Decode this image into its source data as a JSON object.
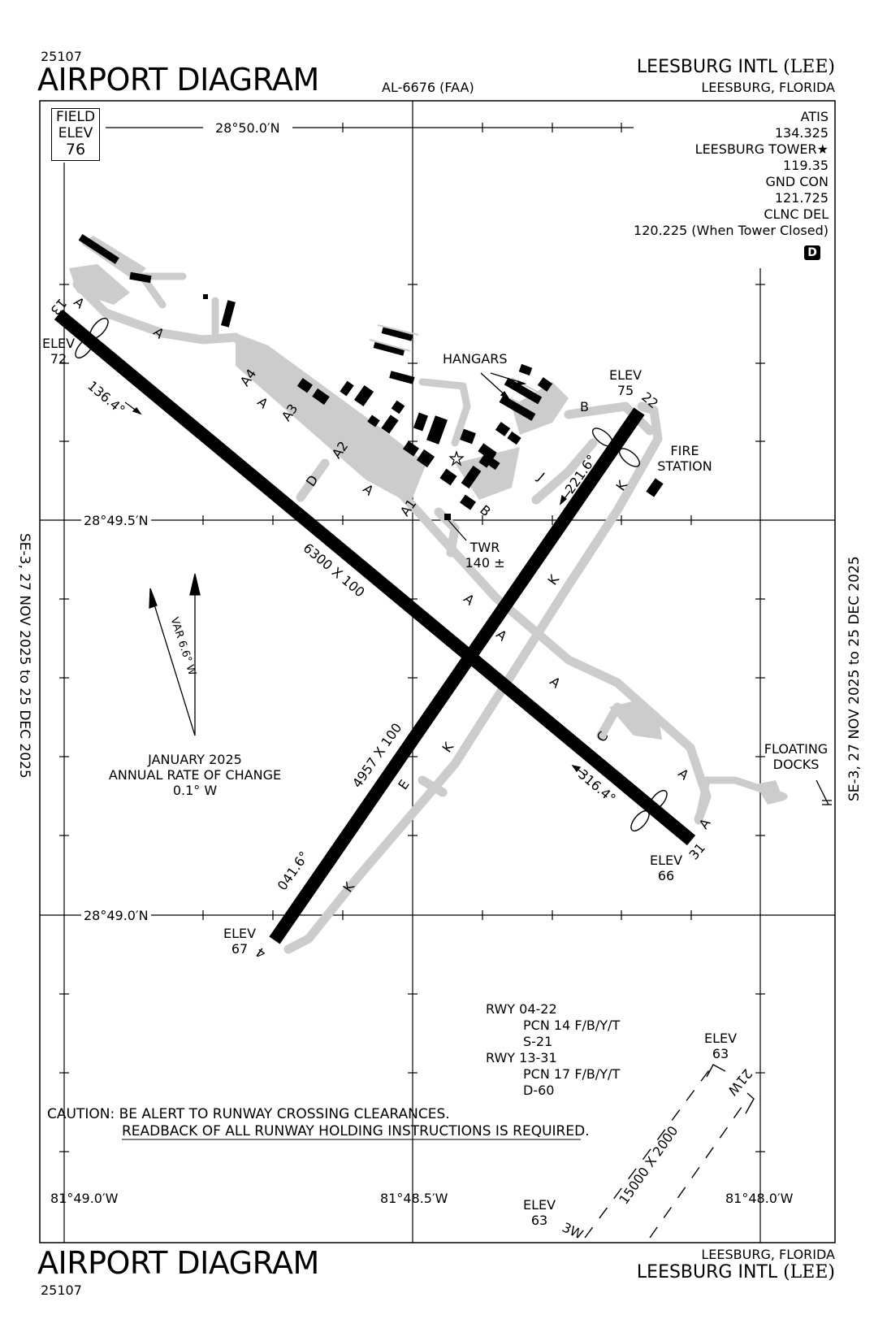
{
  "header": {
    "cycle_top": "25107",
    "title_top": "AIRPORT DIAGRAM",
    "doc_id": "AL-6676 (FAA)",
    "airport_name_top": "LEESBURG INTL",
    "airport_id_top": "(LEE)",
    "city_top": "LEESBURG, FLORIDA"
  },
  "footer": {
    "title_bottom": "AIRPORT DIAGRAM",
    "cycle_bottom": "25107",
    "city_bottom": "LEESBURG, FLORIDA",
    "airport_name_bottom": "LEESBURG INTL",
    "airport_id_bottom": "(LEE)"
  },
  "field_elev": {
    "line1": "FIELD",
    "line2": "ELEV",
    "value": "76"
  },
  "frequencies": {
    "atis_label": "ATIS",
    "atis_freq": "134.325",
    "tower_label": "LEESBURG TOWER★",
    "tower_freq": "119.35",
    "gnd_label": "GND CON",
    "gnd_freq": "121.725",
    "clnc_label": "CLNC DEL",
    "clnc_freq": "120.225 (When Tower Closed)",
    "badge": "D"
  },
  "coordinates": {
    "lat_top": "28°50.0′N",
    "lat_mid": "28°49.5′N",
    "lat_bottom": "28°49.0′N",
    "lon_left": "81°49.0′W",
    "lon_mid": "81°48.5′W",
    "lon_right": "81°48.0′W"
  },
  "side_text": {
    "left": "SE-3,  27 NOV 2025  to  25 DEC 2025",
    "right": "SE-3,  27 NOV 2025  to  25 DEC 2025"
  },
  "runways": {
    "rwy13_31": {
      "dims": "6300 X 100",
      "end13": "13",
      "end31": "31",
      "hdg13": "136.4°",
      "hdg31": "316.4°"
    },
    "rwy04_22": {
      "dims": "4957 X 100",
      "end4": "4",
      "end22": "22",
      "hdg4": "041.6°",
      "hdg22": "221.6°"
    },
    "seaplane": {
      "dims": "15000 X 2000",
      "end3": "3W",
      "end21": "21W"
    }
  },
  "elevations": {
    "elev_label": "ELEV",
    "rwy13": "72",
    "rwy22": "75",
    "rwy31": "66",
    "rwy4": "67",
    "sea21": "63",
    "sea3": "63"
  },
  "labels": {
    "hangars": "HANGARS",
    "fire_line1": "FIRE",
    "fire_line2": "STATION",
    "twr_label": "TWR",
    "twr_value": "140 ±",
    "docks_line1": "FLOATING",
    "docks_line2": "DOCKS"
  },
  "taxiways": {
    "a": "A",
    "a1": "A1",
    "a2": "A2",
    "a3": "A3",
    "a4": "A4",
    "b": "B",
    "c": "C",
    "d": "D",
    "e": "E",
    "j": "J",
    "k": "K"
  },
  "magnetic": {
    "var": "VAR 6.6° W",
    "line1": "JANUARY 2025",
    "line2": "ANNUAL RATE OF CHANGE",
    "line3": "0.1° W"
  },
  "pcn": {
    "rwy1": "RWY 04-22",
    "rwy1_pcn": "PCN 14 F/B/Y/T",
    "rwy1_gear": "S-21",
    "rwy2": "RWY 13-31",
    "rwy2_pcn": "PCN 17 F/B/Y/T",
    "rwy2_gear": "D-60"
  },
  "caution": {
    "line1": "CAUTION: BE ALERT TO RUNWAY CROSSING CLEARANCES.",
    "line2": "READBACK OF ALL RUNWAY HOLDING INSTRUCTIONS IS REQUIRED."
  },
  "colors": {
    "ink": "#000000",
    "taxiway": "#cccccc",
    "paper": "#ffffff"
  }
}
